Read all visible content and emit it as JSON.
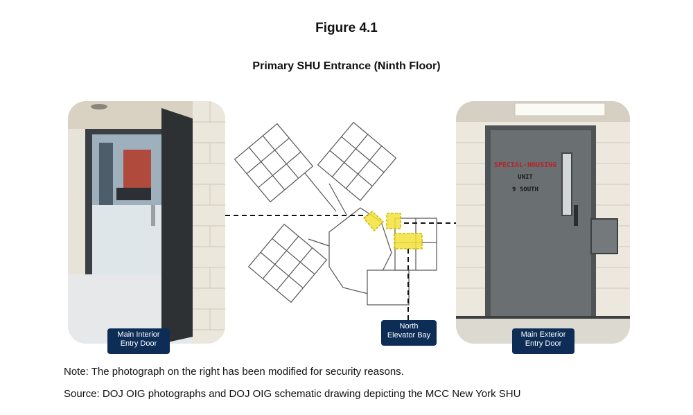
{
  "figure": {
    "title": "Figure 4.1",
    "subtitle": "Primary SHU Entrance (Ninth Floor)"
  },
  "labels": {
    "left": [
      "Main Interior",
      "Entry Door"
    ],
    "center": [
      "North",
      "Elevator Bay"
    ],
    "right": [
      "Main Exterior",
      "Entry Door"
    ]
  },
  "door_sign": {
    "line1": "SPECIAL-HOUSING",
    "line2": "UNIT",
    "line3": "9 SOUTH"
  },
  "footer": {
    "note": "Note:  The photograph on the right has been modified for security reasons.",
    "source": "Source:  DOJ OIG photographs and DOJ OIG schematic drawing depicting the MCC New York SHU"
  },
  "colors": {
    "label_bg": "#0d2d57",
    "highlight": "#f2e23a",
    "sign_red": "#b3262a"
  }
}
